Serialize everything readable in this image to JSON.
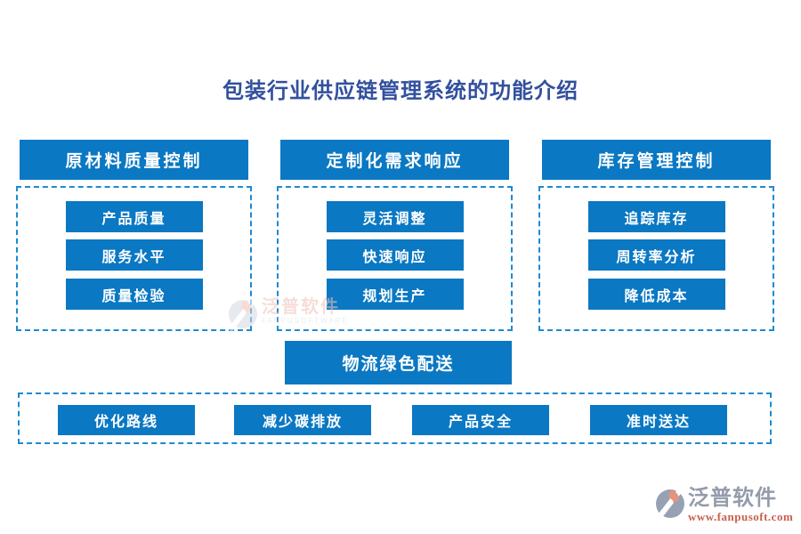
{
  "title": "包装行业供应链管理系统的功能介绍",
  "colors": {
    "box_blue": "#0a78c3",
    "dash_blue": "#1e8ad2",
    "title_blue": "#32509e",
    "watermark_gray": "#949cab",
    "watermark_red": "#c9604f",
    "logo_salmon": "#e4937c"
  },
  "columns": [
    {
      "header": "原材料质量控制",
      "items": [
        "产品质量",
        "服务水平",
        "质量检验"
      ]
    },
    {
      "header": "定制化需求响应",
      "items": [
        "灵活调整",
        "快速响应",
        "规划生产"
      ]
    },
    {
      "header": "库存管理控制",
      "items": [
        "追踪库存",
        "周转率分析",
        "降低成本"
      ]
    }
  ],
  "bottom_section": {
    "header": "物流绿色配送",
    "items": [
      "优化路线",
      "减少碳排放",
      "产品安全",
      "准时送达"
    ]
  },
  "watermarks": {
    "center": {
      "brand": "泛普软件",
      "subtext": "FANPUSOFTWARE"
    },
    "footer": {
      "brand": "泛普软件",
      "url": "www.fanpusoft.com"
    }
  }
}
